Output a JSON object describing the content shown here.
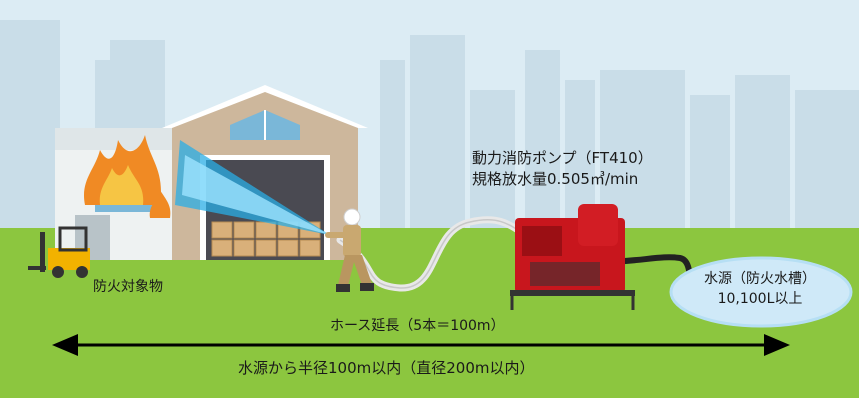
{
  "labels": {
    "pump_line1": "動力消防ポンプ（FT410）",
    "pump_line2": "規格放水量0.505㎥/min",
    "target": "防火対象物",
    "hose": "ホース延長（5本＝100m）",
    "radius": "水源から半径100m以内（直径200m以内）",
    "water_line1": "水源（防火水槽）",
    "water_line2": "10,100L以上"
  },
  "colors": {
    "sky": "#dcecf4",
    "buildings": "#c9dde8",
    "grass": "#8cc63f",
    "pump_red": "#c8161d",
    "pool": "#cfe9f8",
    "arrow": "#000000"
  },
  "icons": {
    "target_building": "warehouse-icon",
    "fire": "fire-icon",
    "firefighter": "firefighter-icon",
    "pump": "fire-pump-icon",
    "forklift": "forklift-icon"
  }
}
